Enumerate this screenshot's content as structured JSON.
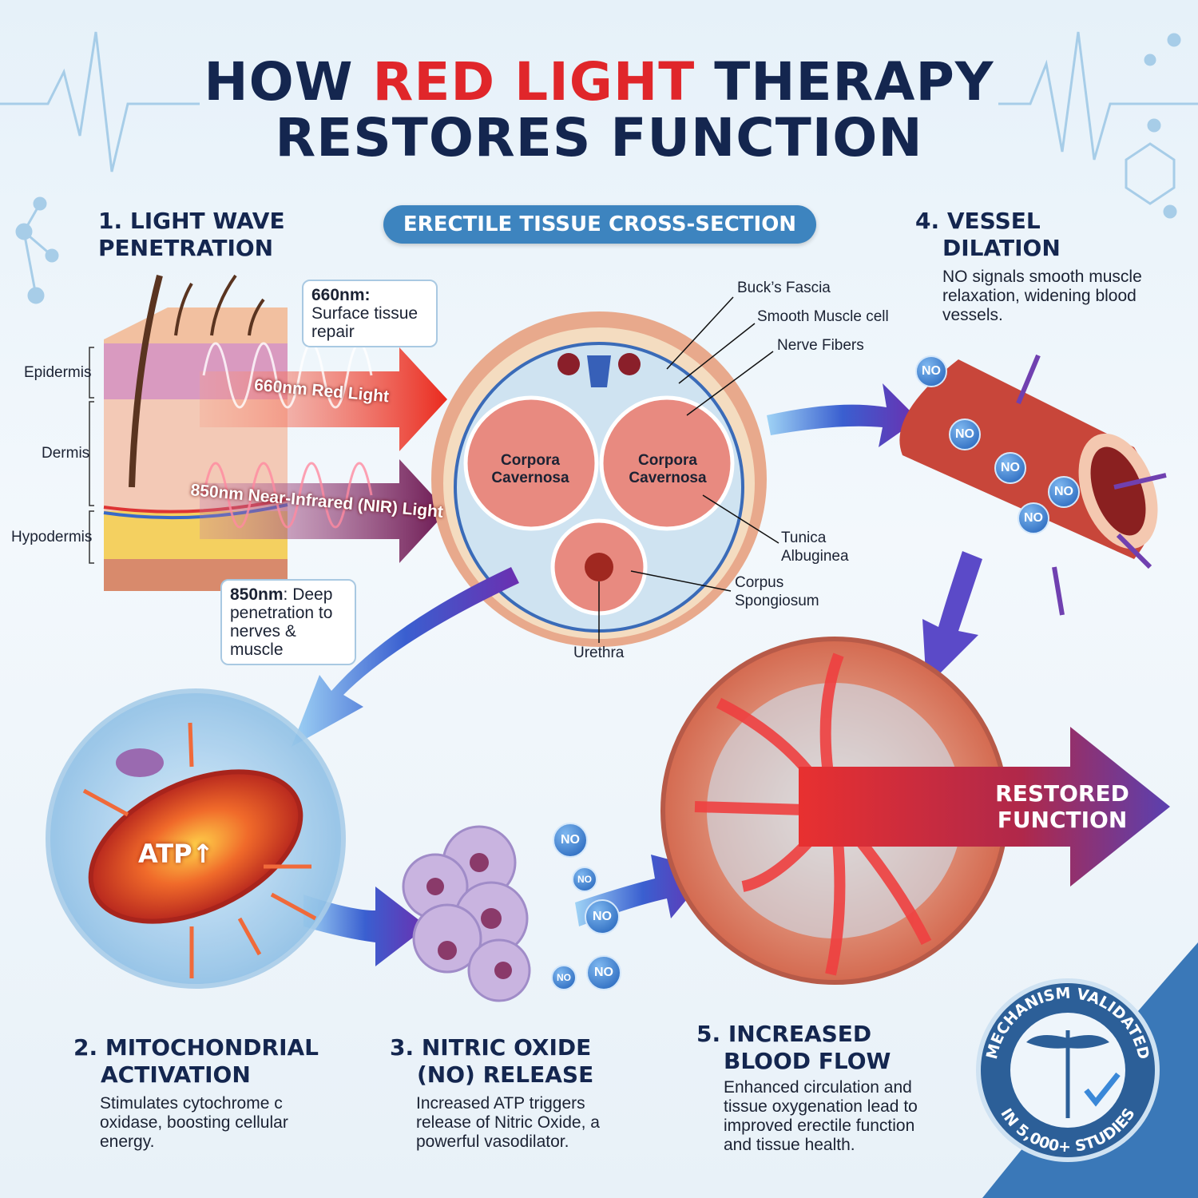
{
  "title": {
    "line1_pre": "HOW ",
    "line1_accent": "RED LIGHT",
    "line1_post": " THERAPY",
    "line2": "RESTORES FUNCTION"
  },
  "center_label": "ERECTILE TISSUE CROSS-SECTION",
  "steps": [
    {
      "heading1": "1. LIGHT WAVE",
      "heading2": "PENETRATION"
    },
    {
      "heading1": "2. MITOCHONDRIAL",
      "heading2": "ACTIVATION",
      "description": "Stimulates cytochrome c oxidase, boosting cellular energy."
    },
    {
      "heading1": "3. NITRIC OXIDE",
      "heading2": "(NO) RELEASE",
      "description": "Increased ATP triggers release of Nitric Oxide, a powerful vasodilator."
    },
    {
      "heading1": "4. VESSEL",
      "heading2": "DILATION",
      "description": "NO signals smooth muscle relaxation, widening blood vessels."
    },
    {
      "heading1": "5. INCREASED",
      "heading2": "BLOOD FLOW",
      "description": "Enhanced circulation and tissue oxygenation lead to improved erectile function and tissue health."
    }
  ],
  "skin_layers": [
    "Epidermis",
    "Dermis",
    "Hypodermis"
  ],
  "beams": {
    "red": "660nm Red Light",
    "nir": "850nm Near-Infrared (NIR) Light"
  },
  "callouts": {
    "red_bold": "660nm:",
    "red_text": " Surface tissue repair",
    "nir_bold": "850nm",
    "nir_text": ": Deep penetration to nerves & muscle"
  },
  "anatomy": {
    "bucks_fascia": "Buck’s Fascia",
    "smooth_muscle": "Smooth Muscle cell",
    "nerve_fibers": "Nerve Fibers",
    "tunica": "Tunica Albuginea",
    "spongiosum": "Corpus Spongiosum",
    "urethra": "Urethra",
    "cavernosa_left": "Corpora Cavernosa",
    "cavernosa_right": "Corpora Cavernosa"
  },
  "atp_label": "ATP↑",
  "no_label": "NO",
  "restored": "RESTORED FUNCTION",
  "badge": {
    "top": "MECHANISM VALIDATED",
    "bottom": "IN 5,000+ STUDIES"
  },
  "colors": {
    "navy": "#14264f",
    "red": "#e0262a",
    "blue": "#3d84bf",
    "purple": "#6b2a8a"
  }
}
